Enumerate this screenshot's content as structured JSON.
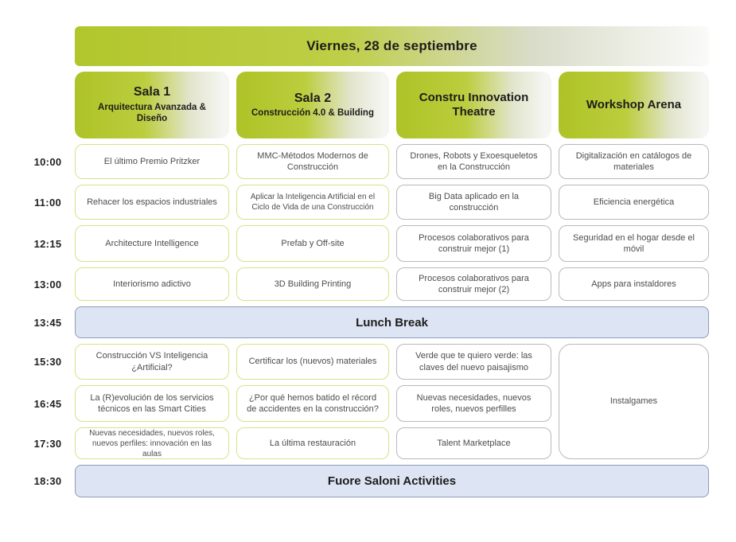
{
  "day_header": {
    "label": "Viernes, 28 de septiembre"
  },
  "columns": [
    {
      "title": "Sala 1",
      "subtitle": "Arquitectura Avanzada & Diseño"
    },
    {
      "title": "Sala 2",
      "subtitle": "Construcción 4.0 & Building"
    },
    {
      "title": "Constru Innovation Theatre",
      "subtitle": ""
    },
    {
      "title": "Workshop Arena",
      "subtitle": ""
    }
  ],
  "schedule": {
    "rows": [
      {
        "time": "10:00",
        "cells": [
          "El último Premio Pritzker",
          "MMC-Métodos Modernos de Construcción",
          "Drones, Robots y Exoesqueletos en la Construcción",
          "Digitalización en catálogos de materiales"
        ]
      },
      {
        "time": "11:00",
        "cells": [
          "Rehacer los espacios industriales",
          "Aplicar la Inteligencia Artificial en el Ciclo de Vida de una Construcción",
          "Big Data aplicado en la construcción",
          "Eficiencia energética"
        ]
      },
      {
        "time": "12:15",
        "cells": [
          "Architecture Intelligence",
          "Prefab y Off-site",
          "Procesos colaborativos para construir mejor (1)",
          "Seguridad en el hogar desde el móvil"
        ]
      },
      {
        "time": "13:00",
        "cells": [
          "Interiorismo adictivo",
          "3D Building Printing",
          "Procesos colaborativos para construir mejor (2)",
          "Apps para instaldores"
        ]
      },
      {
        "time": "13:45",
        "banner": "Lunch Break"
      },
      {
        "time": "15:30",
        "cells": [
          "Construcción VS Inteligencia ¿Artificial?",
          "Certificar los (nuevos) materiales",
          "Verde que te quiero verde: las claves del nuevo paisajismo",
          "Instalgames"
        ]
      },
      {
        "time": "16:45",
        "cells": [
          "La (R)evolución de los servicios técnicos en las Smart Cities",
          "¿Por qué hemos batido el récord de accidentes en la construcción?",
          "Nuevas necesidades, nuevos roles, nuevos perfilles"
        ]
      },
      {
        "time": "17:30",
        "cells": [
          "Nuevas necesidades, nuevos roles, nuevos perfiles: innovación en las aulas",
          "La última restauración",
          "Talent Marketplace"
        ]
      },
      {
        "time": "18:30",
        "banner": "Fuore Saloni Activities"
      }
    ]
  },
  "colors": {
    "accent_green": "#b2c62c",
    "cell_border_green": "#d9e284",
    "cell_border_gray": "#b9b9b9",
    "banner_fill": "#dde5f4",
    "banner_border": "#8b9cba"
  }
}
